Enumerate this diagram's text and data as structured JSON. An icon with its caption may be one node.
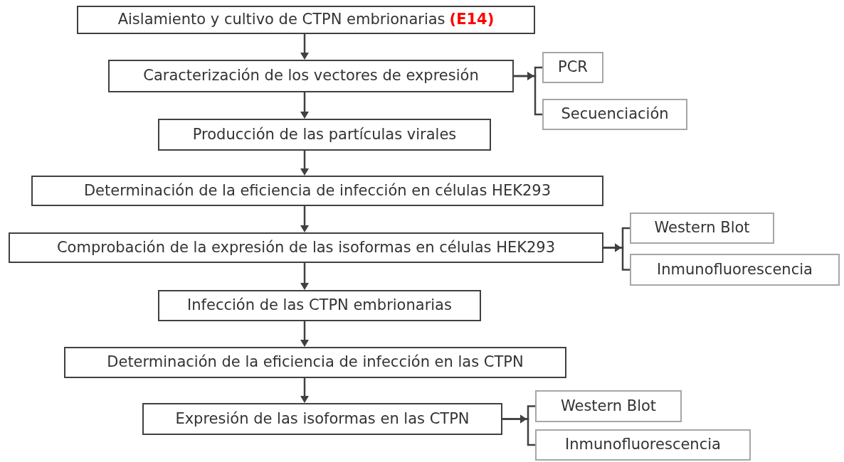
{
  "diagram": {
    "nodes": [
      {
        "text": [
          "Aislamiento y cultivo de CTPN embrionarias",
          "(E14)"
        ]
      },
      {
        "text": [
          "Caracterización de los vectores de expresión"
        ]
      },
      {
        "text": [
          "PCR"
        ]
      },
      {
        "text": [
          "Secuenciación"
        ]
      },
      {
        "text": [
          "Producción de las partículas virales"
        ]
      },
      {
        "text": [
          "Determinación de la eficiencia de infección en células HEK293"
        ]
      },
      {
        "text": [
          "Comprobación de la expresión de las isoformas en células HEK293"
        ]
      },
      {
        "text": [
          "Western Blot"
        ]
      },
      {
        "text": [
          "Inmunofluorescencia"
        ]
      },
      {
        "text": [
          "Infección de las CTPN embrionarias"
        ]
      },
      {
        "text": [
          "Determinación de la eficiencia de infección en las CTPN"
        ]
      },
      {
        "text": [
          "Expresión de las isoformas en las CTPN"
        ]
      },
      {
        "text": [
          "Western Blot"
        ]
      },
      {
        "text": [
          "Inmunofluorescencia"
        ]
      }
    ],
    "edges": [
      {
        "from": 0,
        "to": 1,
        "arrow": "to"
      },
      {
        "from": 1,
        "to": 2,
        "arrow": "to"
      },
      {
        "from": 1,
        "to": 3,
        "arrow": "to"
      },
      {
        "from": 1,
        "to": 4,
        "arrow": "to"
      },
      {
        "from": 4,
        "to": 5,
        "arrow": "to"
      },
      {
        "from": 5,
        "to": 6,
        "arrow": "to"
      },
      {
        "from": 6,
        "to": 7,
        "arrow": "to"
      },
      {
        "from": 6,
        "to": 8,
        "arrow": "to"
      },
      {
        "from": 6,
        "to": 9,
        "arrow": "to"
      },
      {
        "from": 9,
        "to": 10,
        "arrow": "to"
      },
      {
        "from": 10,
        "to": 11,
        "arrow": "to"
      },
      {
        "from": 11,
        "to": 12,
        "arrow": "to"
      },
      {
        "from": 11,
        "to": 13,
        "arrow": "to"
      }
    ]
  }
}
